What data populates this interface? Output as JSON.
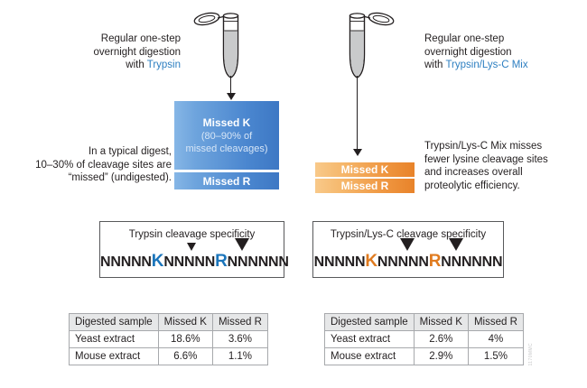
{
  "left_panel": {
    "top_caption": {
      "line1": "Regular one-step",
      "line2": "overnight digestion",
      "line3_prefix": "with ",
      "line3_enzyme": "Trypsin"
    },
    "side_caption": {
      "line1": "In a typical digest,",
      "line2": "10–30% of cleavage sites are",
      "line3": "“missed” (undigested)."
    },
    "bar_k": {
      "title": "Missed K",
      "sub_line1": "(80–90% of",
      "sub_line2": "missed cleavages)"
    },
    "bar_r": {
      "title": "Missed R"
    },
    "spec": {
      "title": "Trypsin cleavage specificity",
      "seq_part1": "NNNNN",
      "seq_k": "K",
      "seq_part2": "NNNNN",
      "seq_r": "R",
      "seq_part3": "NNNNNN"
    },
    "table": {
      "headers": [
        "Digested sample",
        "Missed K",
        "Missed R"
      ],
      "rows": [
        [
          "Yeast extract",
          "18.6%",
          "3.6%"
        ],
        [
          "Mouse extract",
          "6.6%",
          "1.1%"
        ]
      ]
    }
  },
  "right_panel": {
    "top_caption": {
      "line1": "Regular one-step",
      "line2": "overnight digestion",
      "line3_prefix": "with ",
      "line3_enzyme": "Trypsin/Lys-C Mix"
    },
    "side_caption": {
      "line1": "Trypsin/Lys-C Mix misses",
      "line2": "fewer lysine cleavage sites",
      "line3": "and increases overall",
      "line4": "proteolytic efficiency."
    },
    "bar_k": {
      "title": "Missed K"
    },
    "bar_r": {
      "title": "Missed R"
    },
    "spec": {
      "title": "Trypsin/Lys-C cleavage specificity",
      "seq_part1": "NNNNN",
      "seq_k": "K",
      "seq_part2": "NNNNN",
      "seq_r": "R",
      "seq_part3": "NNNNNN"
    },
    "table": {
      "headers": [
        "Digested sample",
        "Missed K",
        "Missed R"
      ],
      "rows": [
        [
          "Yeast extract",
          "2.6%",
          "4%"
        ],
        [
          "Mouse extract",
          "2.9%",
          "1.5%"
        ]
      ]
    }
  },
  "watermark": {
    "code": "1170MMC"
  },
  "colors": {
    "blue_accent": "#2d7fc1",
    "blue_bar_light": "#86b6e6",
    "blue_bar_dark": "#3d78c4",
    "orange_bar_light": "#f8c98a",
    "orange_bar_dark": "#e8832a",
    "seq_blue": "#1b75bb",
    "seq_orange": "#e07b1f",
    "text": "#231f20",
    "table_header_bg": "#e6e7e8",
    "table_border": "#a7a9ac"
  }
}
